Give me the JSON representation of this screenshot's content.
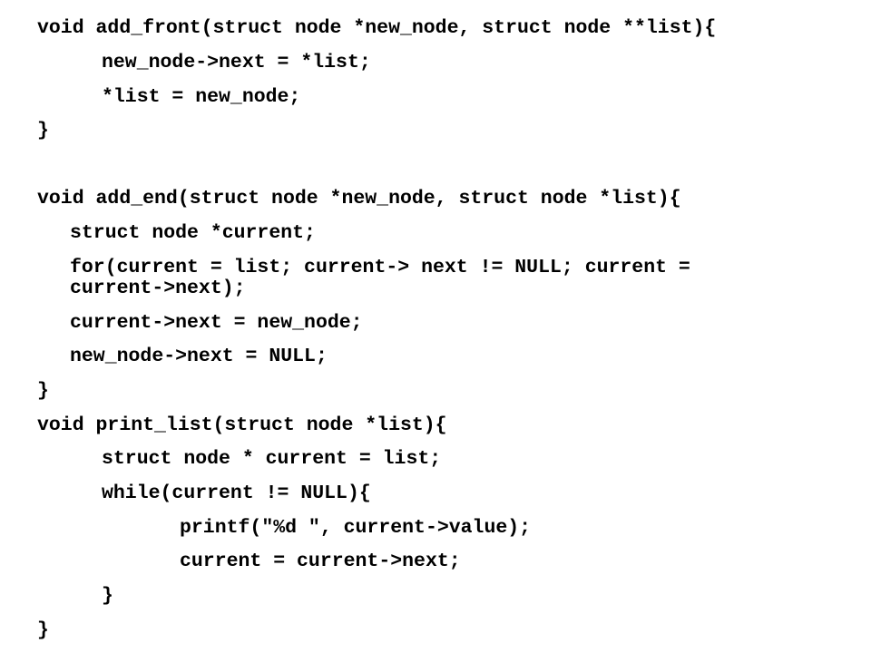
{
  "code": {
    "lines": [
      "void add_front(struct node *new_node, struct node **list){",
      "new_node->next = *list;",
      "*list = new_node;",
      "}",
      "void add_end(struct node *new_node, struct node *list){",
      "struct node *current;",
      "for(current = list; current-> next != NULL; current =",
      "current->next);",
      "current->next = new_node;",
      "new_node->next = NULL;",
      "}",
      "void print_list(struct node *list){",
      "struct node * current = list;",
      "while(current != NULL){",
      "printf(\"%d \", current->value);",
      "current = current->next;",
      "}",
      "}"
    ]
  }
}
